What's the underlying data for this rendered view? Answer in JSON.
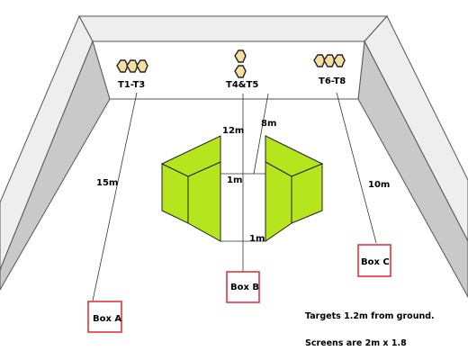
{
  "targets": {
    "left_label": "T1-T3",
    "center_label": "T4&T5",
    "right_label": "T6-T8"
  },
  "distances": {
    "box_a": "15m",
    "box_b_top": "12m",
    "center_right": "8m",
    "box_c": "10m",
    "inner_top": "1m",
    "inner_bottom": "1m"
  },
  "boxes": {
    "a": "Box A",
    "b": "Box B",
    "c": "Box C"
  },
  "notes": {
    "line1": "Targets 1.2m from ground.",
    "line2": "Screens are 2m x 1.8"
  },
  "colors": {
    "screen": "#b5e61d",
    "box_border": "#e8323c",
    "wall_light": "#f2f2f2",
    "wall_dark": "#c8c8c8",
    "target_fill": "#f5dfa0"
  }
}
